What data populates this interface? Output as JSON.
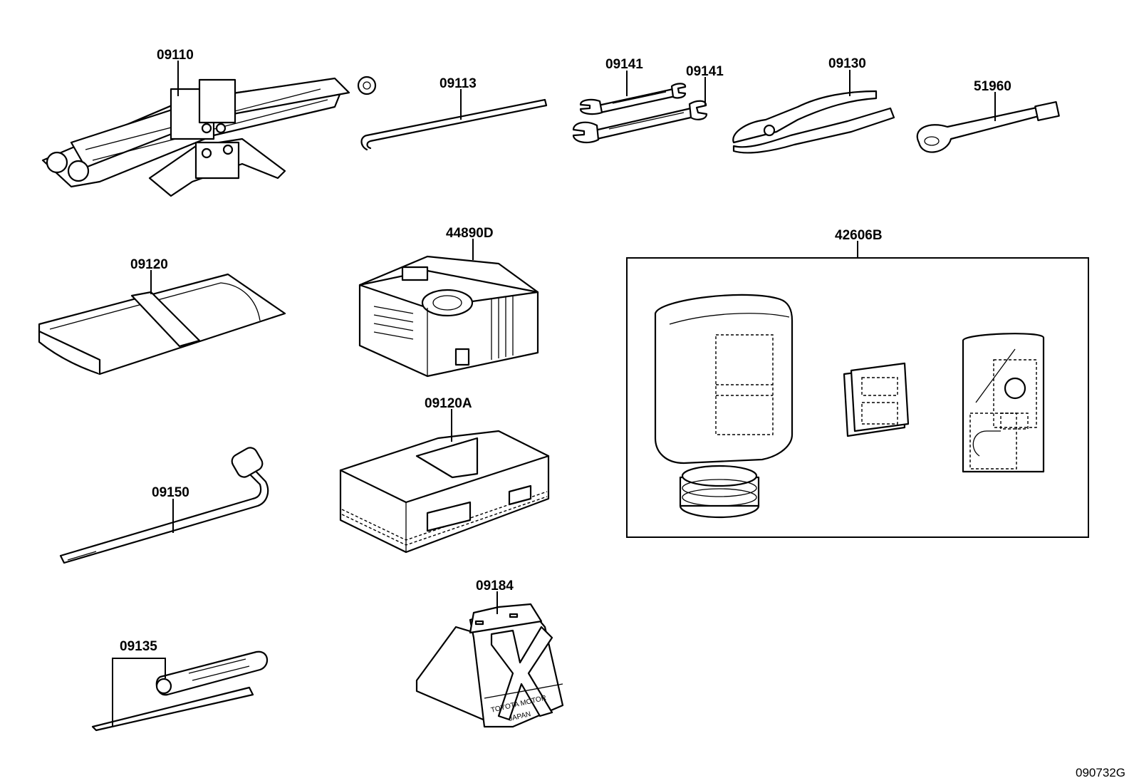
{
  "parts": {
    "jack": "09110",
    "jack_handle": "09113",
    "wrench_a": "09141",
    "wrench_b": "09141",
    "pliers": "09130",
    "tool_51960": "51960",
    "tool_bag": "09120",
    "compressor": "44890D",
    "repair_kit": "42606B",
    "case": "09120A",
    "lug_wrench": "09150",
    "triangle": "09184",
    "screwdriver": "09135"
  },
  "triangle_plate": {
    "line1": "TOYOTA MOTOR",
    "line2": "JAPAN"
  },
  "figure_code": "090732G"
}
